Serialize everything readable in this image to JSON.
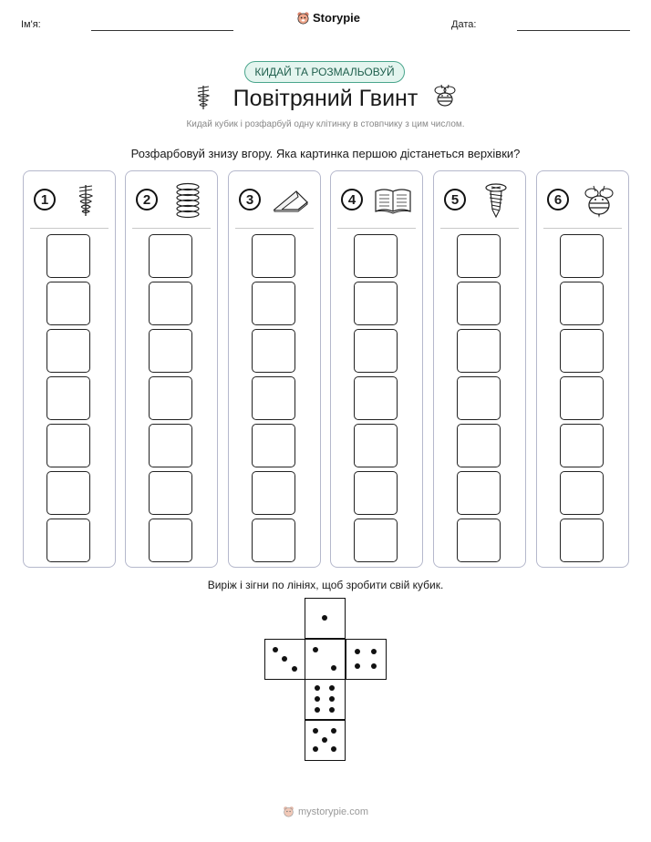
{
  "header": {
    "name_label": "Ім'я:",
    "brand": "Storypie",
    "date_label": "Дата:"
  },
  "badge": "КИДАЙ ТА РОЗМАЛЬОВУЙ",
  "title": "Повітряний Гвинт",
  "subtitle": "Кидай кубик і розфарбуй одну клітинку в стовпчику з цим числом.",
  "instruction": "Розфарбовуй знизу вгору. Яка картинка першою дістанеться верхівки?",
  "columns": [
    {
      "number": "1",
      "icon": "propeller-icon"
    },
    {
      "number": "2",
      "icon": "spring-icon"
    },
    {
      "number": "3",
      "icon": "wedge-icon"
    },
    {
      "number": "4",
      "icon": "book-icon"
    },
    {
      "number": "5",
      "icon": "screw-icon"
    },
    {
      "number": "6",
      "icon": "bee-icon"
    }
  ],
  "cells_per_column": 7,
  "cut_instruction": "Виріж і зігни по лініях, щоб зробити свій кубик.",
  "dice_faces": [
    1,
    3,
    2,
    4,
    6,
    5
  ],
  "footer": "mystorypie.com"
}
